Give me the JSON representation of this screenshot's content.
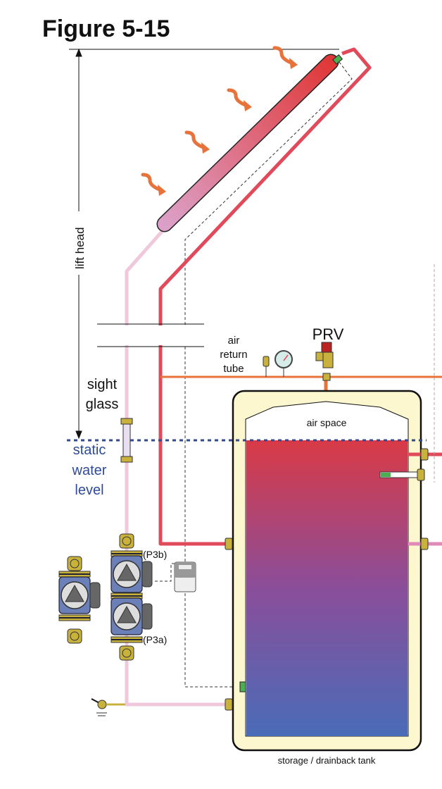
{
  "title": "Figure 5-15",
  "labels": {
    "lift_head": "lift head",
    "sight_glass_1": "sight",
    "sight_glass_2": "glass",
    "static_1": "static",
    "static_2": "water",
    "static_3": "level",
    "air_return_1": "air",
    "air_return_2": "return",
    "air_return_3": "tube",
    "prv": "PRV",
    "air_space": "air space",
    "p3b": "(P3b)",
    "p3a": "(P3a)",
    "tank": "storage / drainback tank"
  },
  "colors": {
    "hot_pipe": "#e04a5a",
    "cool_pipe": "#f0c8dc",
    "air_tube": "#e8733a",
    "static_level": "#2f4a9a",
    "tank_jacket": "#fdf7d0",
    "water_top": "#d93a46",
    "water_bottom": "#4a6cb8",
    "brass": "#c9b23c",
    "pump_blue": "#6b7fb8"
  }
}
